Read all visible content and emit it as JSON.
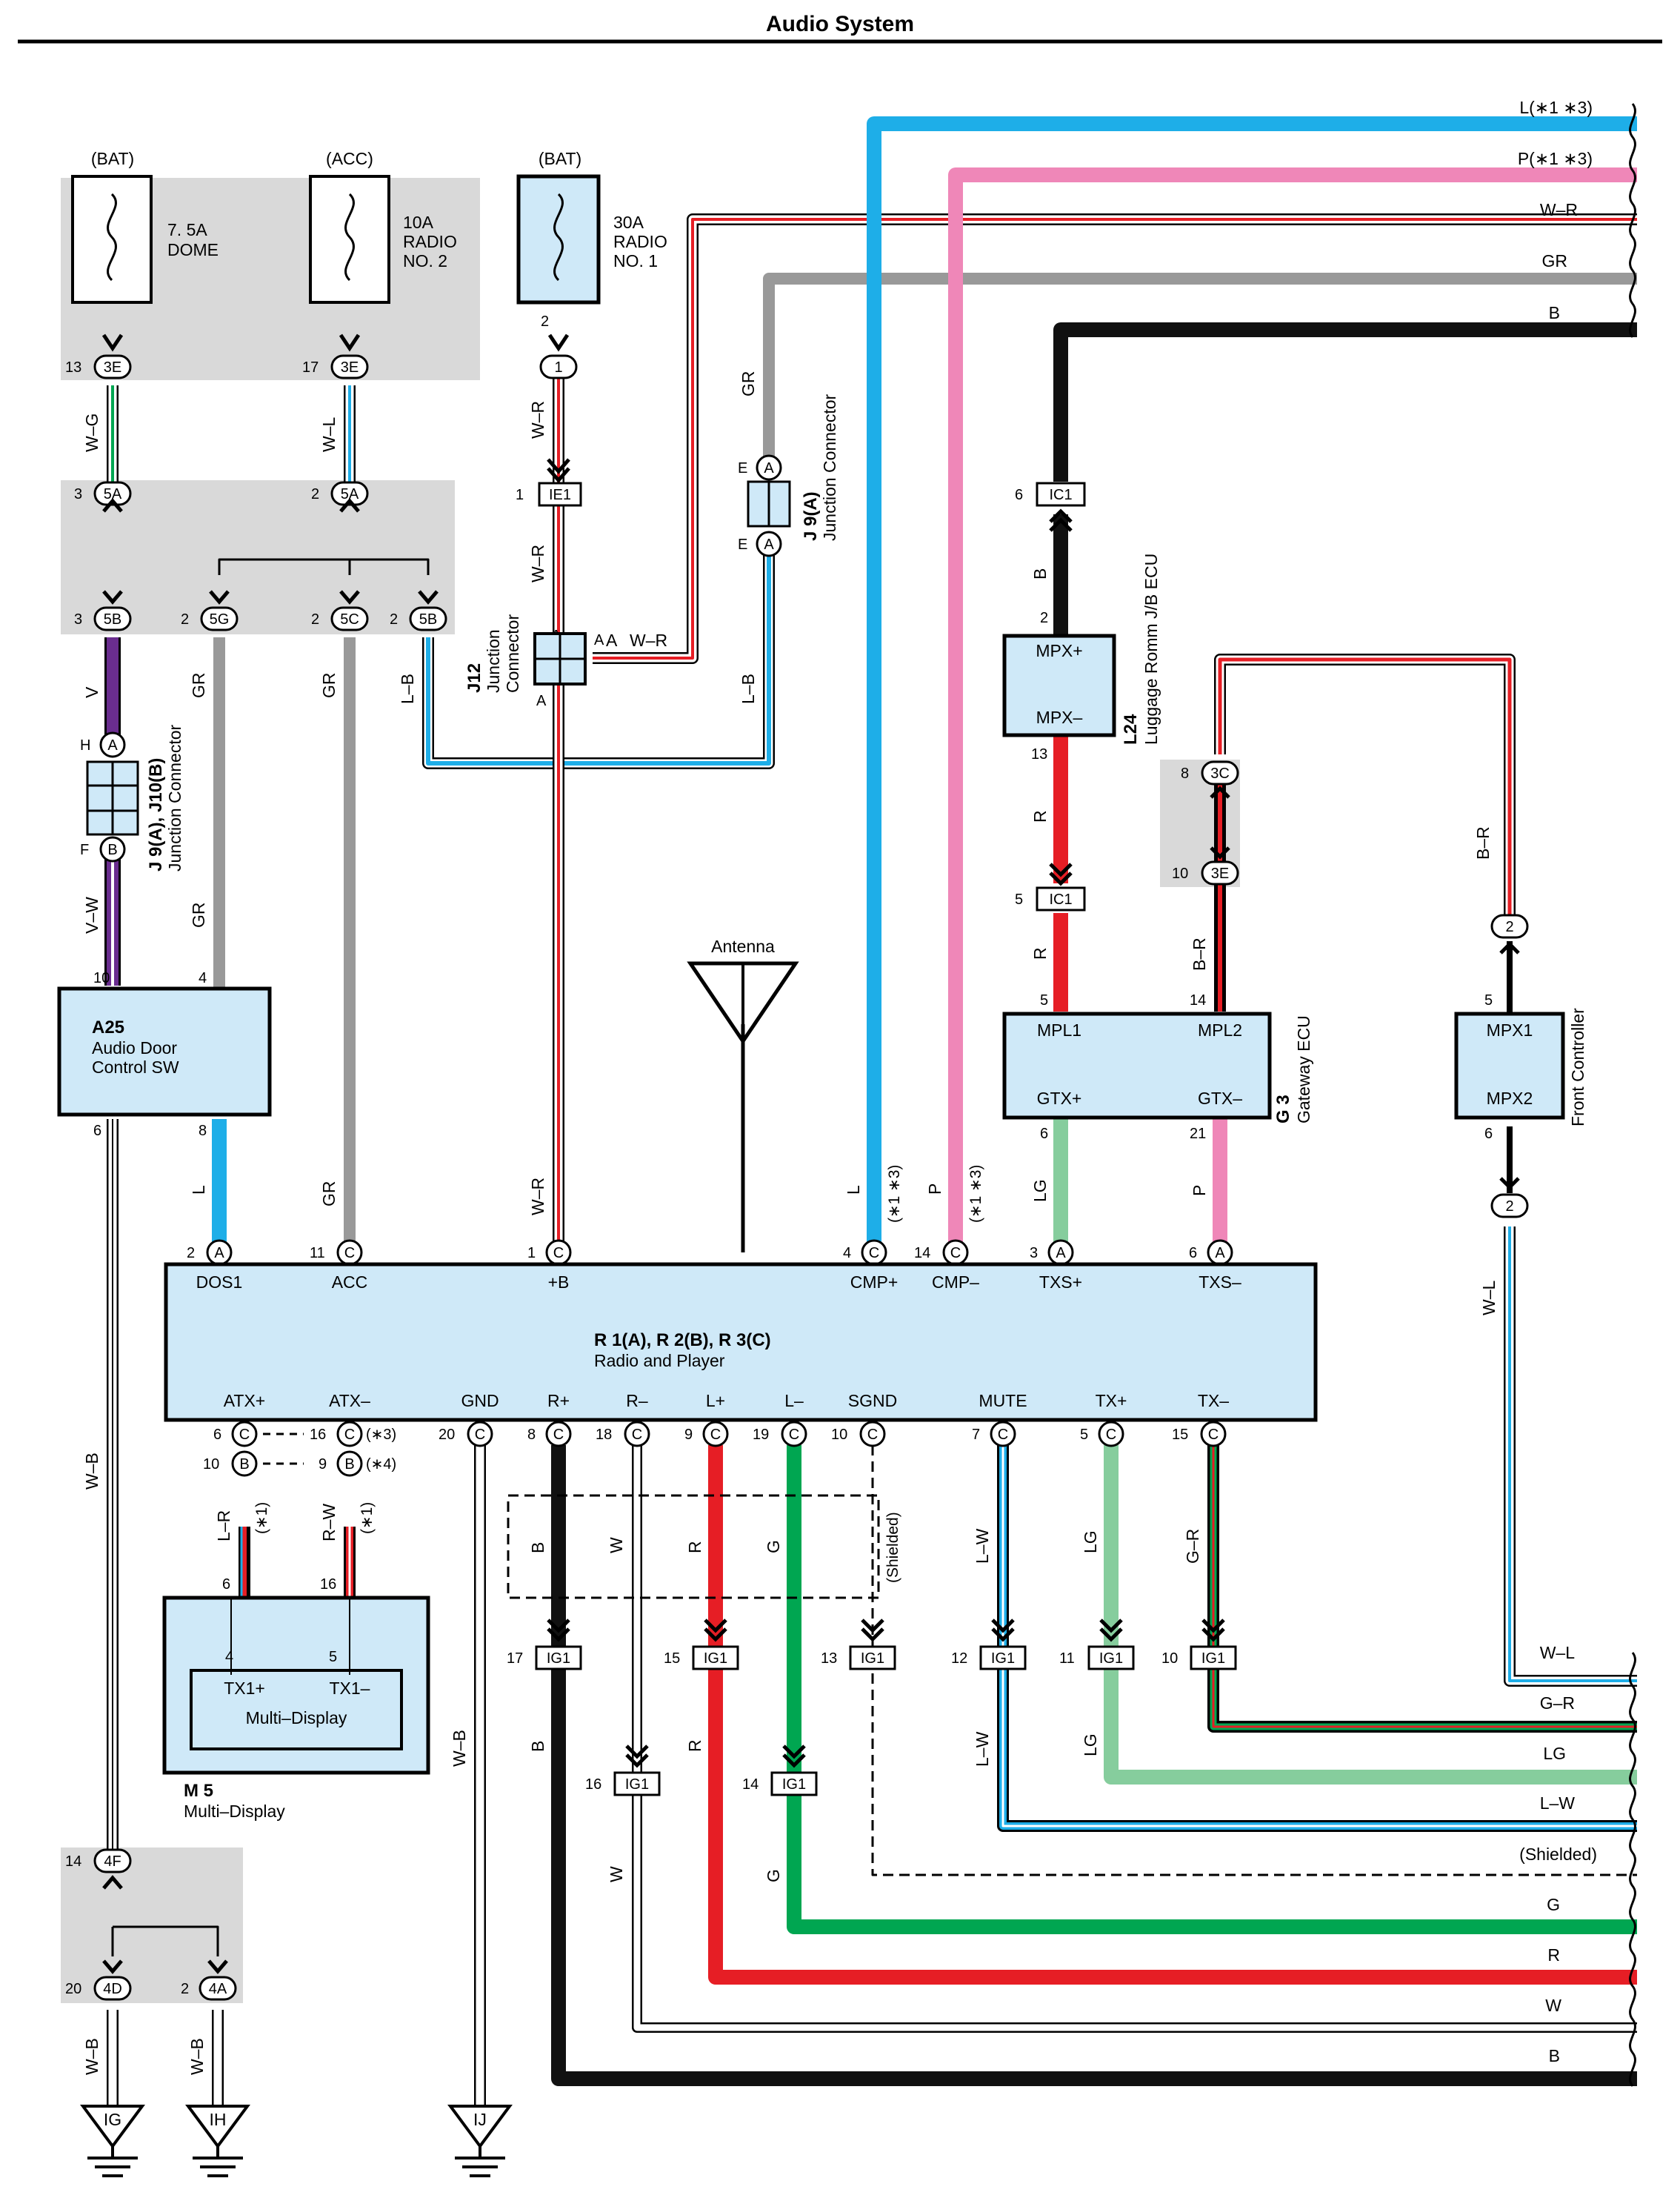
{
  "page_title": "Audio System",
  "power": {
    "dome_src": "(BAT)",
    "dome_fuse": [
      "7. 5A",
      "DOME"
    ],
    "acc_src": "(ACC)",
    "acc_fuse": [
      "10A",
      "RADIO",
      "NO. 2"
    ],
    "bat30_src": "(BAT)",
    "bat30_fuse": [
      "30A",
      "RADIO",
      "NO. 1"
    ]
  },
  "components": {
    "a25": {
      "code": "A25",
      "name": [
        "Audio Door",
        "Control SW"
      ]
    },
    "radio": {
      "code": "R 1(A), R 2(B), R 3(C)",
      "name": "Radio and Player"
    },
    "multidisplay": {
      "code": "M 5",
      "name": "Multi–Display",
      "inner": "Multi–Display",
      "tx1p": "TX1+",
      "tx1m": "TX1–"
    },
    "l24": {
      "code": "L24",
      "name": "Luggage Romm J/B ECU",
      "p1": "MPX+",
      "p2": "MPX–"
    },
    "g3": {
      "code": "G 3",
      "name": "Gateway ECU",
      "mpl1": "MPL1",
      "mpl2": "MPL2",
      "gtxp": "GTX+",
      "gtxm": "GTX–"
    },
    "front": {
      "name": "Front Controller",
      "p1": "MPX1",
      "p2": "MPX2"
    },
    "antenna": "Antenna",
    "j9a_right": {
      "code": "J 9(A)",
      "name": "Junction Connector"
    },
    "j9_left": {
      "code": "J 9(A), J10(B)",
      "name": "Junction Connector"
    },
    "j12": {
      "code": "J12",
      "name": [
        "Junction",
        "Connector"
      ]
    }
  },
  "radio_pins_top": [
    "DOS1",
    "ACC",
    "+B",
    "CMP+",
    "CMP–",
    "TXS+",
    "TXS–"
  ],
  "radio_pins_bottom": [
    "ATX+",
    "ATX–",
    "GND",
    "R+",
    "R–",
    "L+",
    "L–",
    "SGND",
    "MUTE",
    "TX+",
    "TX–"
  ],
  "right_top_wires": [
    "L(∗1 ∗3)",
    "P(∗1 ∗3)",
    "W–R",
    "GR",
    "B"
  ],
  "right_bottom_wires": [
    "W–L",
    "G–R",
    "LG",
    "L–W",
    "(Shielded)",
    "G",
    "R",
    "W",
    "B"
  ],
  "grounds": [
    "IG",
    "IH",
    "IJ"
  ],
  "notes": {
    "shielded": "(Shielded)",
    "n1": "(∗1)",
    "n3": "(∗3)",
    "n4": "(∗4)",
    "n13": "(∗1 ∗3)"
  },
  "colors": {
    "black": "#111111",
    "red": "#e61e25",
    "gray": "#999999",
    "lightblue": "#1eaee8",
    "pink": "#ef87b8",
    "purple": "#6a2d8f",
    "green": "#00a651",
    "lightgreen": "#86cd9d",
    "boxfill": "#cfe9f8",
    "jbfill": "#d9d9d9"
  }
}
